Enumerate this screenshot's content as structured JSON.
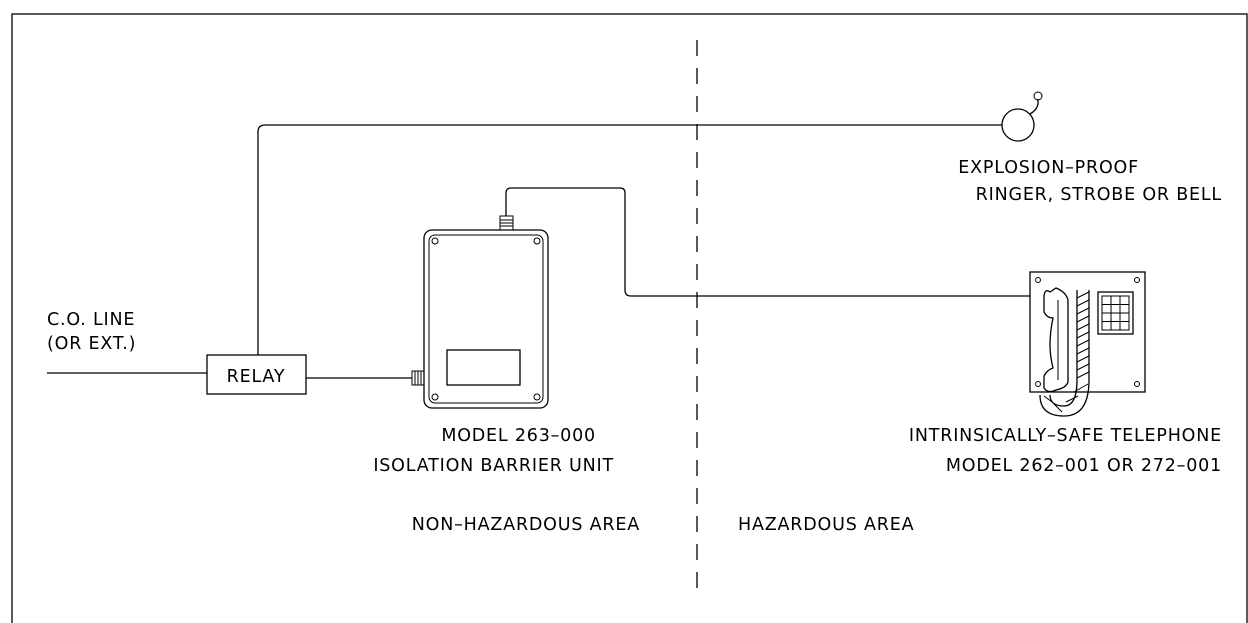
{
  "labels": {
    "co_line": [
      "C.O. LINE",
      "(OR EXT.)"
    ],
    "relay": "RELAY",
    "ringer": [
      "EXPLOSION–PROOF",
      "RINGER, STROBE OR BELL"
    ],
    "barrier": [
      "MODEL 263–000",
      "ISOLATION BARRIER UNIT"
    ],
    "telephone": [
      "INTRINSICALLY–SAFE TELEPHONE",
      "MODEL 262–001 OR 272–001"
    ],
    "non_hazardous_area": "NON–HAZARDOUS AREA",
    "hazardous_area": "HAZARDOUS AREA"
  }
}
